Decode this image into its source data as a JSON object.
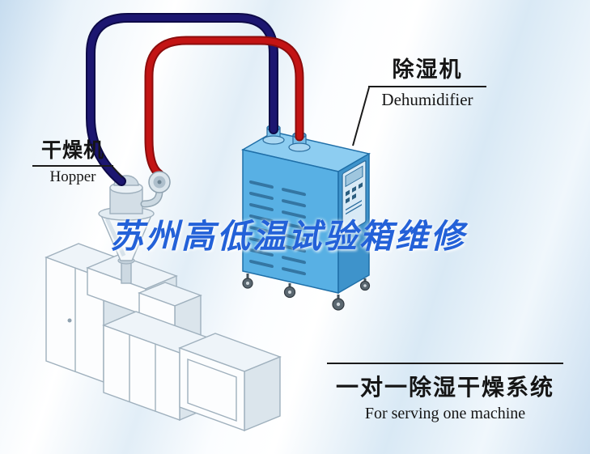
{
  "diagram": {
    "watermark": "苏州高低温试验箱维修",
    "dehumidifier_label": {
      "cn": "除湿机",
      "en": "Dehumidifier"
    },
    "hopper_label": {
      "cn": "干燥机",
      "en": "Hopper"
    },
    "system_label": {
      "cn": "一对一除湿干燥系统",
      "en": "For serving one machine"
    }
  },
  "colors": {
    "dehumidifier_front": "#58b0e4",
    "dehumidifier_side": "#3e93cb",
    "dehumidifier_top": "#8dcdf1",
    "dehumidifier_outline": "#1f6fa8",
    "pipe_dark": "#1c1670",
    "pipe_red": "#c31414",
    "watermark_blue": "#2361d8",
    "label_black": "#151515",
    "machine_outline": "#9fb0bd",
    "machine_white": "#fcfdfe",
    "background_tint": "#c6dcef"
  }
}
